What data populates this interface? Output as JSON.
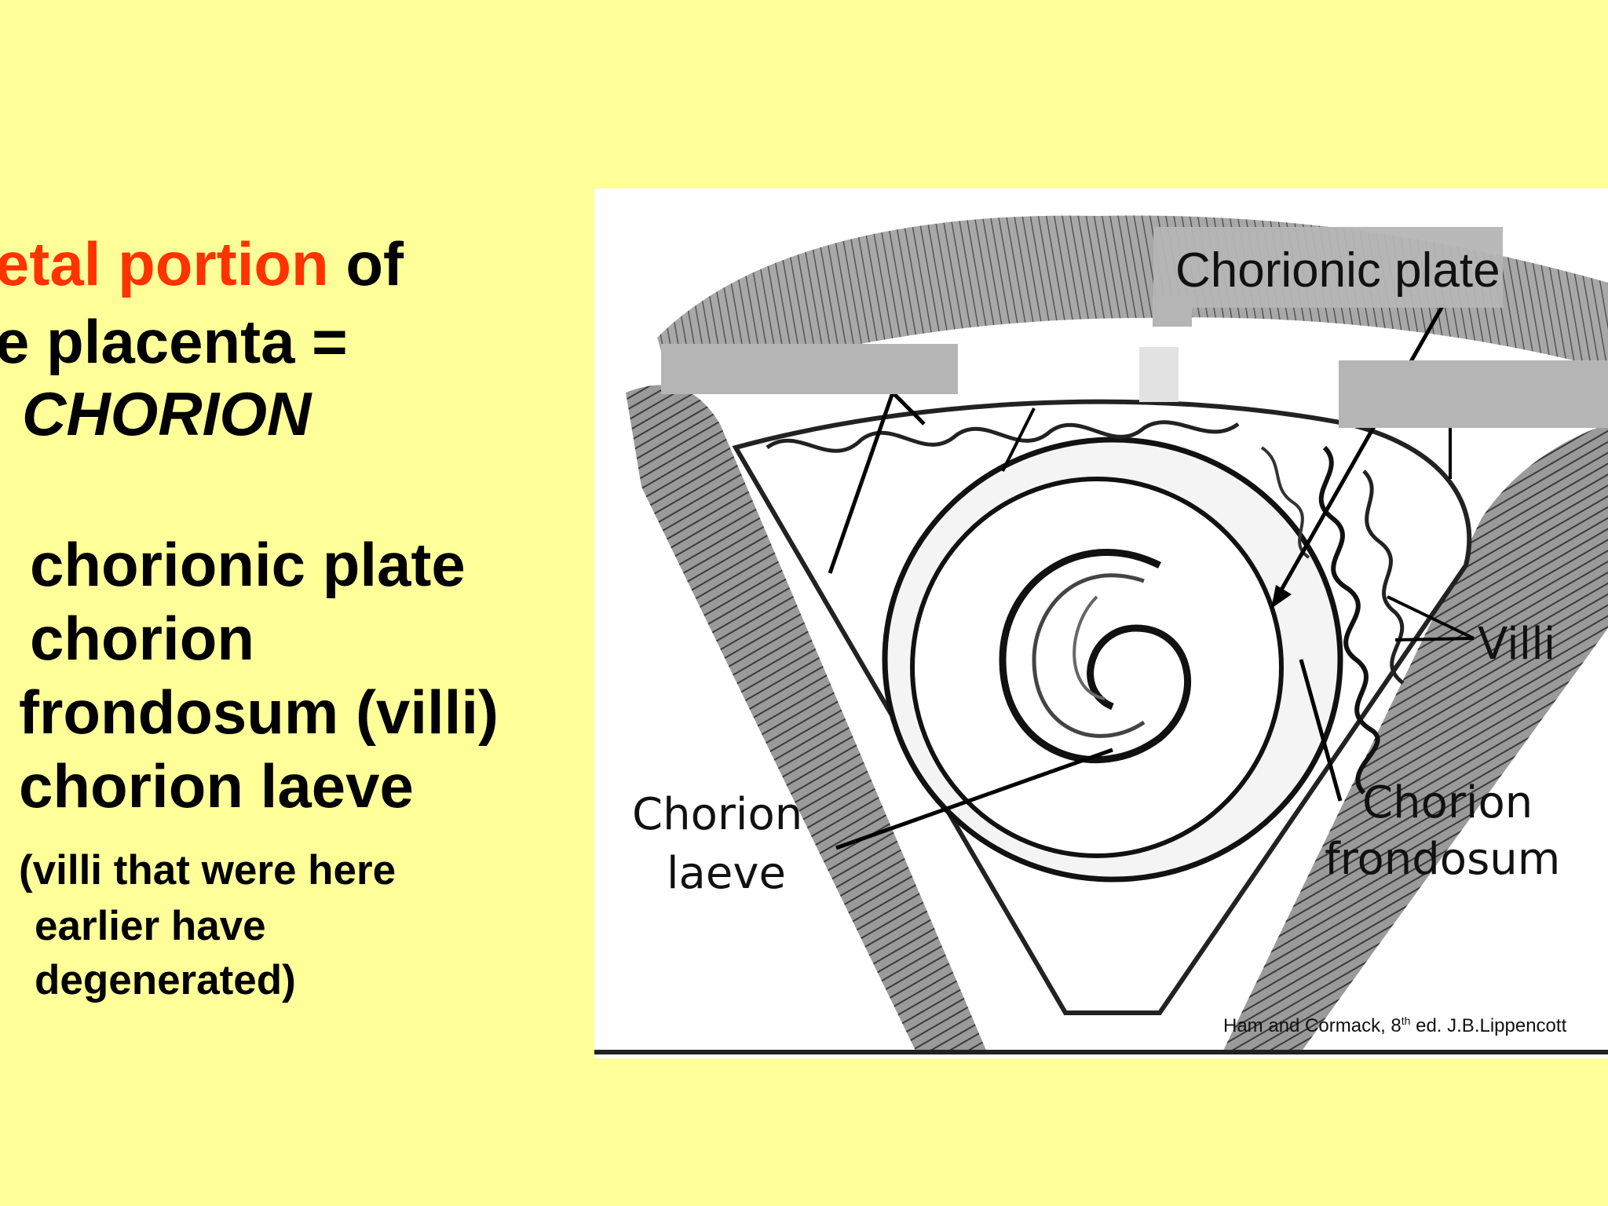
{
  "slide": {
    "heading": {
      "line1_orange": "etal portion",
      "line1_rest": " of",
      "line2": "e placenta =",
      "line3": "CHORION"
    },
    "items": [
      "chorionic plate",
      "chorion",
      "frondosum (villi)",
      "chorion laeve"
    ],
    "note": [
      "(villi that were here",
      "earlier have",
      "degenerated)"
    ]
  },
  "figure": {
    "labels": {
      "chorionic_plate": "Chorionic plate",
      "villi": "Villi",
      "chorion_frondosum_1": "Chorion",
      "chorion_frondosum_2": "frondosum",
      "chorion_laeve_1": "Chorion",
      "chorion_laeve_2": "laeve"
    },
    "credit": {
      "prefix": "Ham and Cormack, 8",
      "sup": "th",
      "suffix": " ed. J.B.Lippencott"
    }
  },
  "colors": {
    "background": "#ffff99",
    "accent": "#ff3300",
    "mask": "#b5b5b5"
  }
}
